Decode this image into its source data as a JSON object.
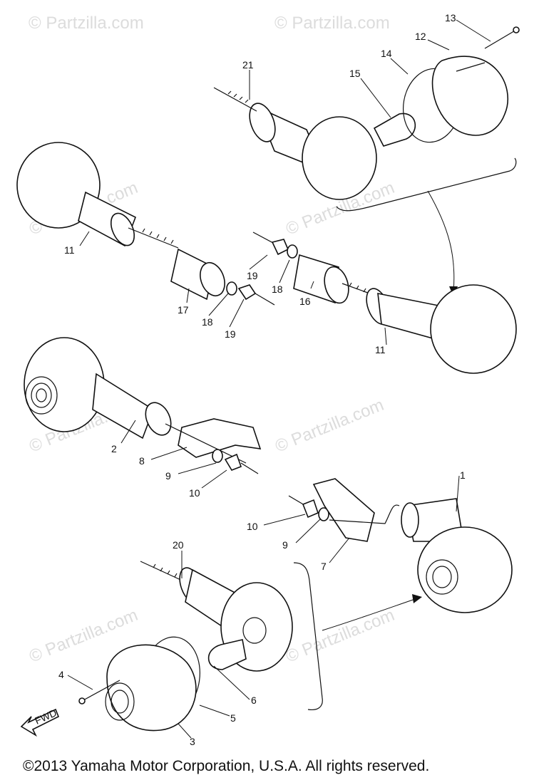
{
  "watermark": "© Partzilla.com",
  "callouts": [
    "1",
    "2",
    "3",
    "4",
    "5",
    "6",
    "7",
    "8",
    "9",
    "10",
    "11",
    "12",
    "13",
    "14",
    "15",
    "16",
    "17",
    "18",
    "19",
    "20",
    "21"
  ],
  "fwd_label": "FWD",
  "copyright": "©2013  Yamaha Motor Corporation, U.S.A. All rights reserved."
}
